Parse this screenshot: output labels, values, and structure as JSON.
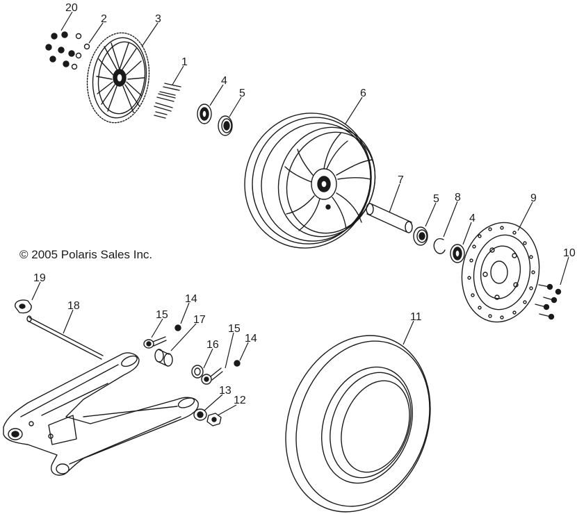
{
  "copyright": "© 2005 Polaris Sales Inc.",
  "callouts": {
    "c20": "20",
    "c2": "2",
    "c3": "3",
    "c1": "1",
    "c4a": "4",
    "c5a": "5",
    "c6": "6",
    "c7": "7",
    "c5b": "5",
    "c8": "8",
    "c4b": "4",
    "c9": "9",
    "c10": "10",
    "c19": "19",
    "c18": "18",
    "c15a": "15",
    "c14a": "14",
    "c17": "17",
    "c15b": "15",
    "c16": "16",
    "c14b": "14",
    "c13": "13",
    "c12": "12",
    "c11": "11"
  }
}
